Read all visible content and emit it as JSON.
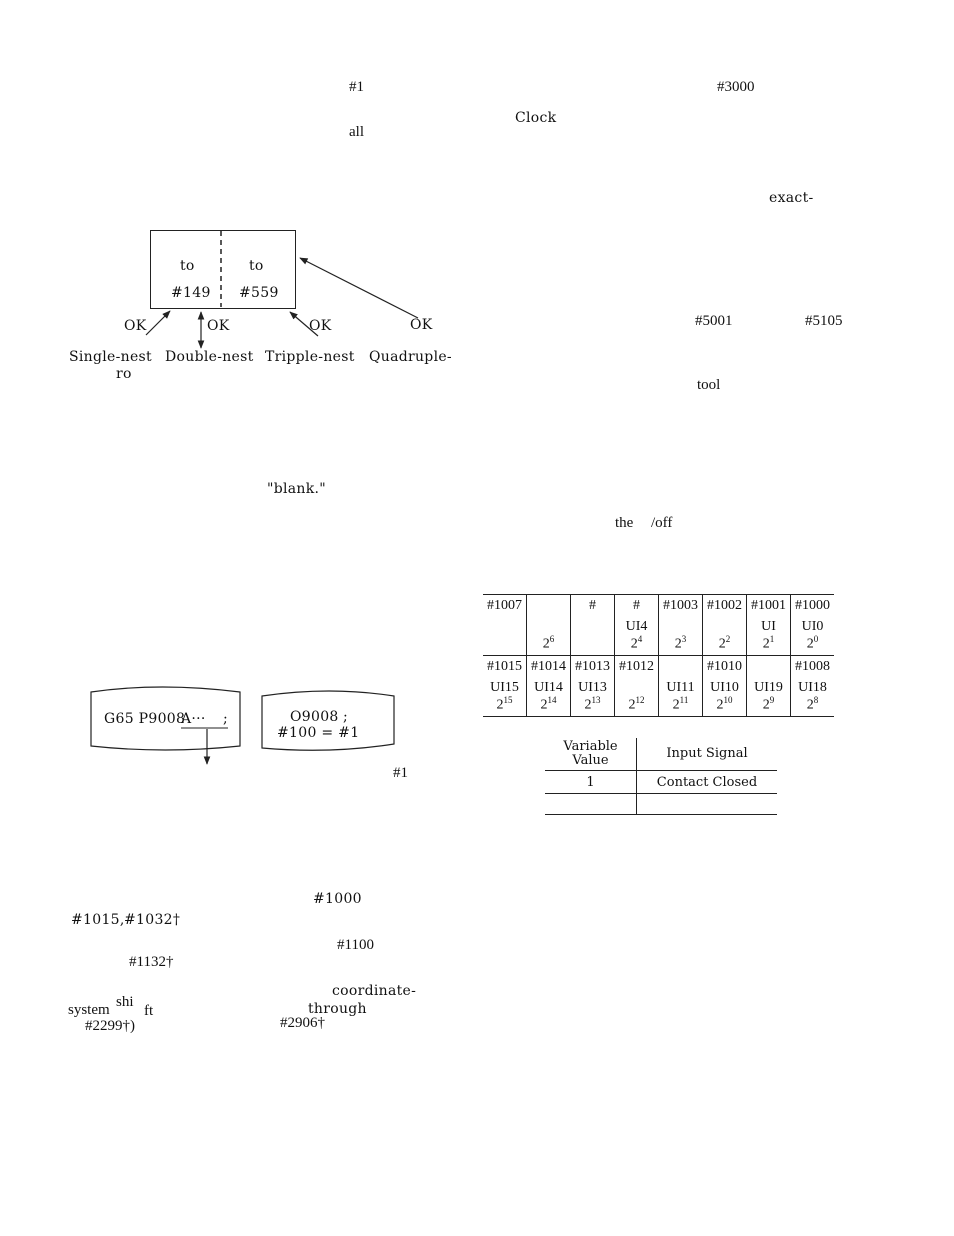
{
  "left_column": {
    "frag_1": "#1",
    "frag_all": "all",
    "nest_diagram": {
      "left_to": "to",
      "left_var": "#149",
      "right_to": "to",
      "right_var": "#559",
      "ok_labels": [
        "OK",
        "OK",
        "OK",
        "OK"
      ],
      "nest_labels": [
        "Single-nest",
        "Double-nest",
        "Tripple-nest",
        "Quadruple-"
      ],
      "ro": "ro"
    },
    "blank": "\"blank.\"",
    "call_diagram": {
      "caller": "G65 P9008",
      "caller_arg": "A···",
      "caller_semi": ";",
      "program": "O9008",
      "program_semi": ";",
      "assign": "#100 = #1",
      "ref": "#1"
    },
    "para": {
      "v1000": "#1000",
      "v1015": "#1015,",
      "v1032": "#1032†",
      "v1100": "#1100",
      "v1132": "#1132†",
      "coord": "coordinate-",
      "system": "system",
      "shi": "shi",
      "ft": "ft",
      "through": "through",
      "v2299": "#2299†)",
      "v2906": "#2906†"
    }
  },
  "right_column": {
    "v3000": "#3000",
    "clock": "Clock",
    "exact": "exact-",
    "v5001": "#5001",
    "v5105": "#5105",
    "tool": "tool",
    "the": "the",
    "off": "/off",
    "bit_table": {
      "row1": [
        "#1007",
        "",
        "#",
        "#",
        "#1003",
        "#1002",
        "#1001",
        "#1000"
      ],
      "row2_sig": [
        "",
        "",
        "",
        "UI4",
        "",
        "",
        "UI",
        "UI0"
      ],
      "row2_exp": [
        "",
        "2",
        "",
        "2",
        "2",
        "2",
        "2",
        "2"
      ],
      "row2_pow": [
        "",
        "6",
        "",
        "4",
        "3",
        "2",
        "1",
        "0"
      ],
      "row3": [
        "#1015",
        "#1014",
        "#1013",
        "#1012",
        "",
        "#1010",
        "",
        "#1008"
      ],
      "row4_sig": [
        "UI15",
        "UI14",
        "UI13",
        "",
        "UI11",
        "UI10",
        "UI19",
        "UI18"
      ],
      "row4_exp": [
        "2",
        "2",
        "2",
        "2",
        "2",
        "2",
        "2",
        "2"
      ],
      "row4_pow": [
        "15",
        "14",
        "13",
        "12",
        "11",
        "10",
        "9",
        "8"
      ]
    },
    "signal_table": {
      "head_col1_line1": "Variable",
      "head_col1_line2": "Value",
      "head_col2": "Input Signal",
      "row1_value": "1",
      "row1_signal": "Contact Closed"
    }
  }
}
